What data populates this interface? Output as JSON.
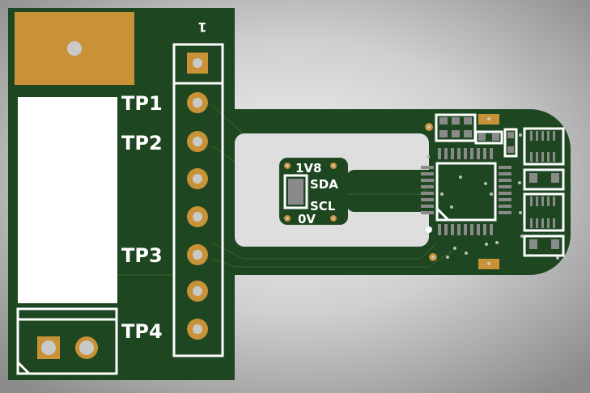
{
  "board": {
    "pin1_marker": "1",
    "test_points": [
      "TP1",
      "TP2",
      "TP3",
      "TP4"
    ],
    "sensor_labels": {
      "top": "1V8",
      "sda": "SDA",
      "scl": "SCL",
      "bottom": "0V"
    }
  },
  "colors": {
    "board": "#1e4620",
    "copper": "#c99237",
    "silkscreen": "#ffffff",
    "background": "#a0a0a0"
  }
}
